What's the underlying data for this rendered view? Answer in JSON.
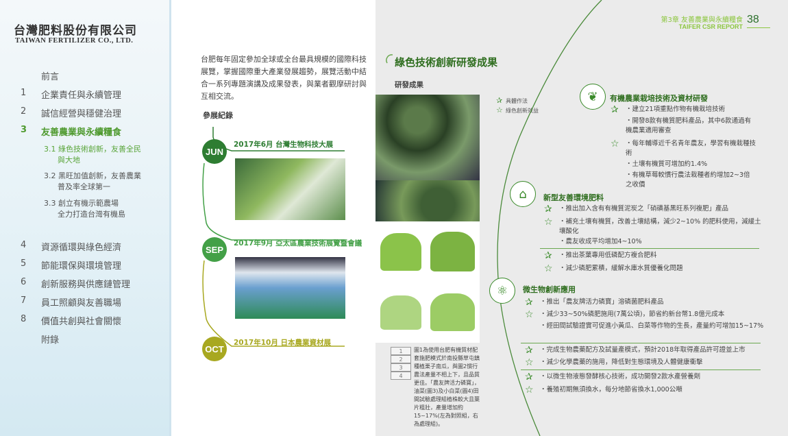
{
  "sidebar": {
    "logo_zh": "台灣肥料股份有限公司",
    "logo_en": "TAIWAN FERTILIZER CO., LTD.",
    "preface": "前言",
    "chapters": [
      {
        "num": "1",
        "label": "企業責任與永續管理"
      },
      {
        "num": "2",
        "label": "誠信經營與穩健治理"
      },
      {
        "num": "3",
        "label": "友善農業與永續糧食"
      },
      {
        "num": "4",
        "label": "資源循環與綠色經濟"
      },
      {
        "num": "5",
        "label": "節能環保與環境管理"
      },
      {
        "num": "6",
        "label": "創新服務與供應鏈管理"
      },
      {
        "num": "7",
        "label": "員工照顧與友善職場"
      },
      {
        "num": "8",
        "label": "價值共創與社會關懷"
      }
    ],
    "subs": [
      {
        "l1": "3.1 綠色技術創新，友善全民",
        "l2": "與大地"
      },
      {
        "l1": "3.2 黑旺加值創新，友善農業",
        "l2": "普及率全球第一"
      },
      {
        "l1": "3.3 創立有機示範農場",
        "l2": "全力打造台灣有機島"
      }
    ],
    "appendix": "附錄"
  },
  "middle": {
    "intro": "台肥每年固定參加全球或全台最具規模的國際科技展覽，掌握國際重大產業發展趨勢，展覽活動中結合一系列專題演講及成果發表，與業者觀摩研討與互相交流。",
    "record_title": "參展紀錄",
    "events": [
      {
        "month": "JUN",
        "title": "2017年6月  台灣生物科技大展",
        "color": "#2e7d32"
      },
      {
        "month": "SEP",
        "title": "2017年9月  亞太區農業技術展覽暨會議",
        "color": "#43a047"
      },
      {
        "month": "OCT",
        "title": "2017年10月  日本農業資材展",
        "color": "#a8a820"
      }
    ]
  },
  "header": {
    "chapter": "第3章  友善農業與永續糧食",
    "report": "TAIFER CSR REPORT",
    "page": "38"
  },
  "right": {
    "title": "綠色技術創新研發成果",
    "subtitle": "研發成果",
    "legend": [
      "具體作法",
      "綠色創新效益"
    ],
    "caption_nums": [
      "1",
      "2",
      "3",
      "4"
    ],
    "caption": "圖1為使用台肥有機質材配套施肥模式於南投縣草屯鎮種植栗子南瓜，與圖2慣行農法產量不相上下，且品質更佳。「農友牌活力磷寶」，油菜(圖3)及小白菜(圖4)田間試驗處理組植株較大且葉片粗壯，產量增加約15~17%(左為對照組，右為處理組)。",
    "groups": [
      {
        "title": "有機農業栽培技術及資材研發",
        "icon": "wheat-icon",
        "rows": [
          "・建立21項重點作物有機栽培技術",
          "・開發8款有機質肥料產品，其中6款通過有機農業適用審查",
          "・每年輔導近千名青年農友，學習有機栽種技術",
          "・土壤有機質可增加約1.4%",
          "・有機草莓較慣行農法栽種者約增加2~3倍之收價"
        ]
      },
      {
        "title": "新型友善環境肥料",
        "icon": "tag-icon",
        "rows": [
          "・推出加入含有有機質泥炭之「硝磺基黑旺系列複肥」產品",
          "・補充土壤有機質，改善土壤結構，減少2~10% 的肥料使用，減緩土壤酸化",
          "・農友收成平均增加4~10%",
          "・推出茶葉專用低磷配方複合肥料",
          "・減少磷肥累積，緩解水庫水質優養化問題"
        ]
      },
      {
        "title": "微生物創新應用",
        "icon": "atom-icon",
        "rows": [
          "・推出「農友牌活力磷寶」溶磷菌肥料產品",
          "・減少33~50%磷肥施用(7萬公頃)，節省約新台幣1.8億元成本",
          "・經田間試驗證實可促進小黃瓜、白菜等作物的生長，產量約可增加15~17%",
          "・完成生物農藥配方及試量產模式，預計2018年取得產品許可證並上市",
          "・減少化學農藥的施用，降低對生態環境及人體健康衝擊",
          "・以微生物液態發酵核心技術，成功開發2款水產營養劑",
          "・養殖初期無須換水，每分地節省換水1,000公噸"
        ]
      }
    ]
  }
}
